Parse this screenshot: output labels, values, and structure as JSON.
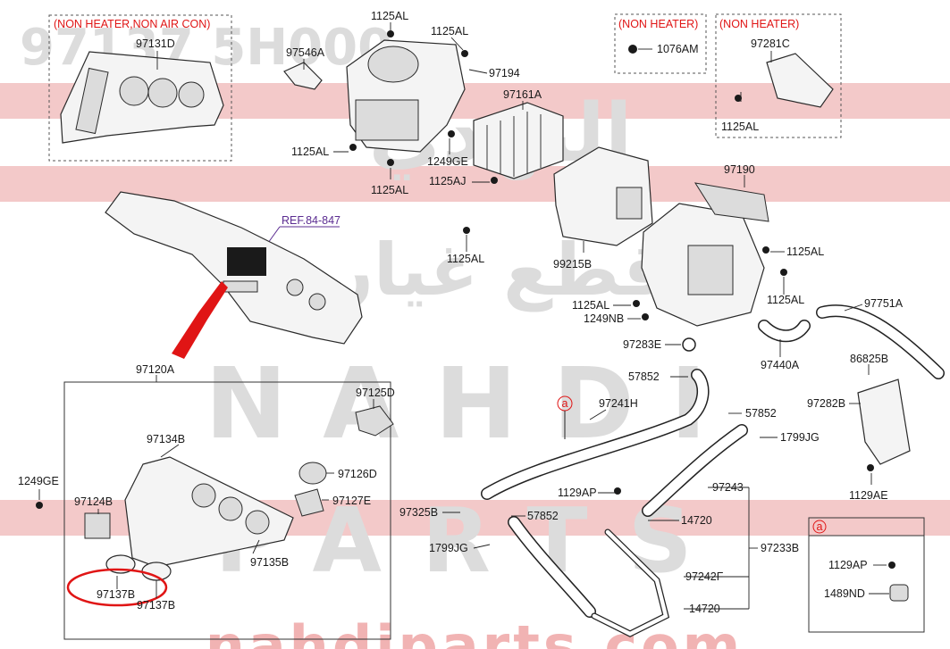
{
  "watermarks": {
    "part_number": "97137 5H000",
    "arabic_brand": "النهدي",
    "arabic_sub": "قطع غيار",
    "latin_brand": "NAHDI",
    "latin_sub": "PARTS",
    "domain": "nahdiparts.com"
  },
  "notes": {
    "non_heater_non_aircon": "(NON HEATER,NON AIR CON)",
    "non_heater_1": "(NON HEATER)",
    "non_heater_2": "(NON HEATER)",
    "ref": "REF.84-847",
    "circle_a_main": "a",
    "circle_a_legend": "a"
  },
  "labels": {
    "p97131D": "97131D",
    "p1125AL_a": "1125AL",
    "p1125AL_b": "1125AL",
    "p97546A": "97546A",
    "p97194": "97194",
    "p1076AM": "1076AM",
    "p97281C": "97281C",
    "p1125AL_c": "1125AL",
    "p97161A": "97161A",
    "p1125AL_d": "1125AL",
    "p1249GE_a": "1249GE",
    "p1125AL_e": "1125AL",
    "p1125AJ": "1125AJ",
    "p97190": "97190",
    "p1125AL_f": "1125AL",
    "p99215B": "99215B",
    "p1125AL_g": "1125AL",
    "p1125AL_h": "1125AL",
    "p1125AL_i": "1125AL",
    "p1249NB": "1249NB",
    "p97751A": "97751A",
    "p97283E": "97283E",
    "p97440A": "97440A",
    "p86825B": "86825B",
    "p97120A": "97120A",
    "p57852_a": "57852",
    "p97125D": "97125D",
    "p97241H": "97241H",
    "p57852_b": "57852",
    "p97282B": "97282B",
    "p1799JG_a": "1799JG",
    "p97134B": "97134B",
    "p1249GE_b": "1249GE",
    "p97126D": "97126D",
    "p97124B": "97124B",
    "p97127E": "97127E",
    "p1129AE": "1129AE",
    "p97243": "97243",
    "p1129AP_a": "1129AP",
    "p97325B": "97325B",
    "p57852_c": "57852",
    "p14720_a": "14720",
    "p97233B": "97233B",
    "p1799JG_b": "1799JG",
    "p97135B": "97135B",
    "p97242F": "97242F",
    "p97137B_a": "97137B",
    "p97137B_b": "97137B",
    "p14720_b": "14720",
    "p1129AP_b": "1129AP",
    "p1489ND": "1489ND"
  },
  "colors": {
    "label": "#1a1a1a",
    "note_red": "#e01515",
    "ref_purple": "#5b2c91",
    "highlight_red": "#e01515",
    "watermark_band": "#f3c9c9"
  }
}
